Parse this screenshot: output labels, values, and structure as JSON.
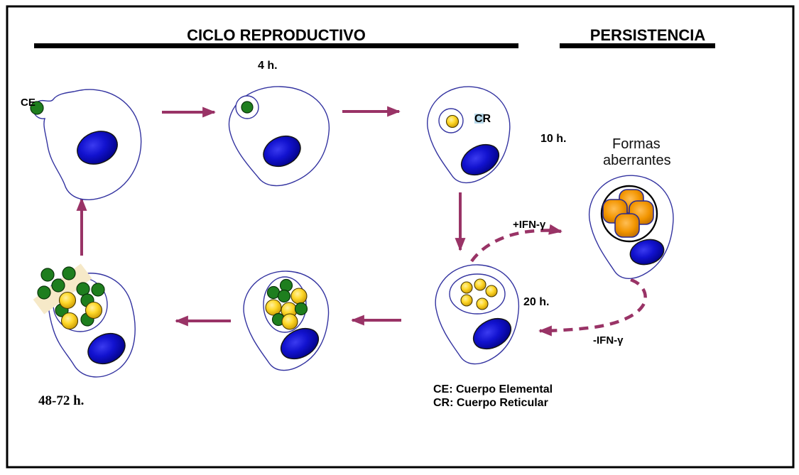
{
  "headers": {
    "cycle": "CICLO REPRODUCTIVO",
    "persistence": "PERSISTENCIA"
  },
  "labels": {
    "ce": "CE",
    "cr": "CR",
    "time_4h": "4 h.",
    "time_10h": "10 h.",
    "time_20h": "20 h.",
    "time_48_72h": "48-72 h.",
    "aberrant_line1": "Formas",
    "aberrant_line2": "aberrantes",
    "ifn_gamma_plus": "+IFN-γ",
    "ifn_gamma_minus": "-IFN-γ"
  },
  "legend": {
    "ce": "CE: Cuerpo Elemental",
    "cr": "CR: Cuerpo Reticular"
  },
  "colors": {
    "arrow": "#993366",
    "cell_outline": "#3333a0",
    "nucleus_blue": "#0000cc",
    "elementary_body_green": "#1e7e1e",
    "reticular_body_yellow": "#f0c02a",
    "aberrant_body_orange": "#f29500",
    "inclusion_black_outline": "#000000",
    "cr_highlight": "#b7d9ea",
    "burst_band_cream": "#f6e9c8",
    "frame_black": "#000000"
  }
}
